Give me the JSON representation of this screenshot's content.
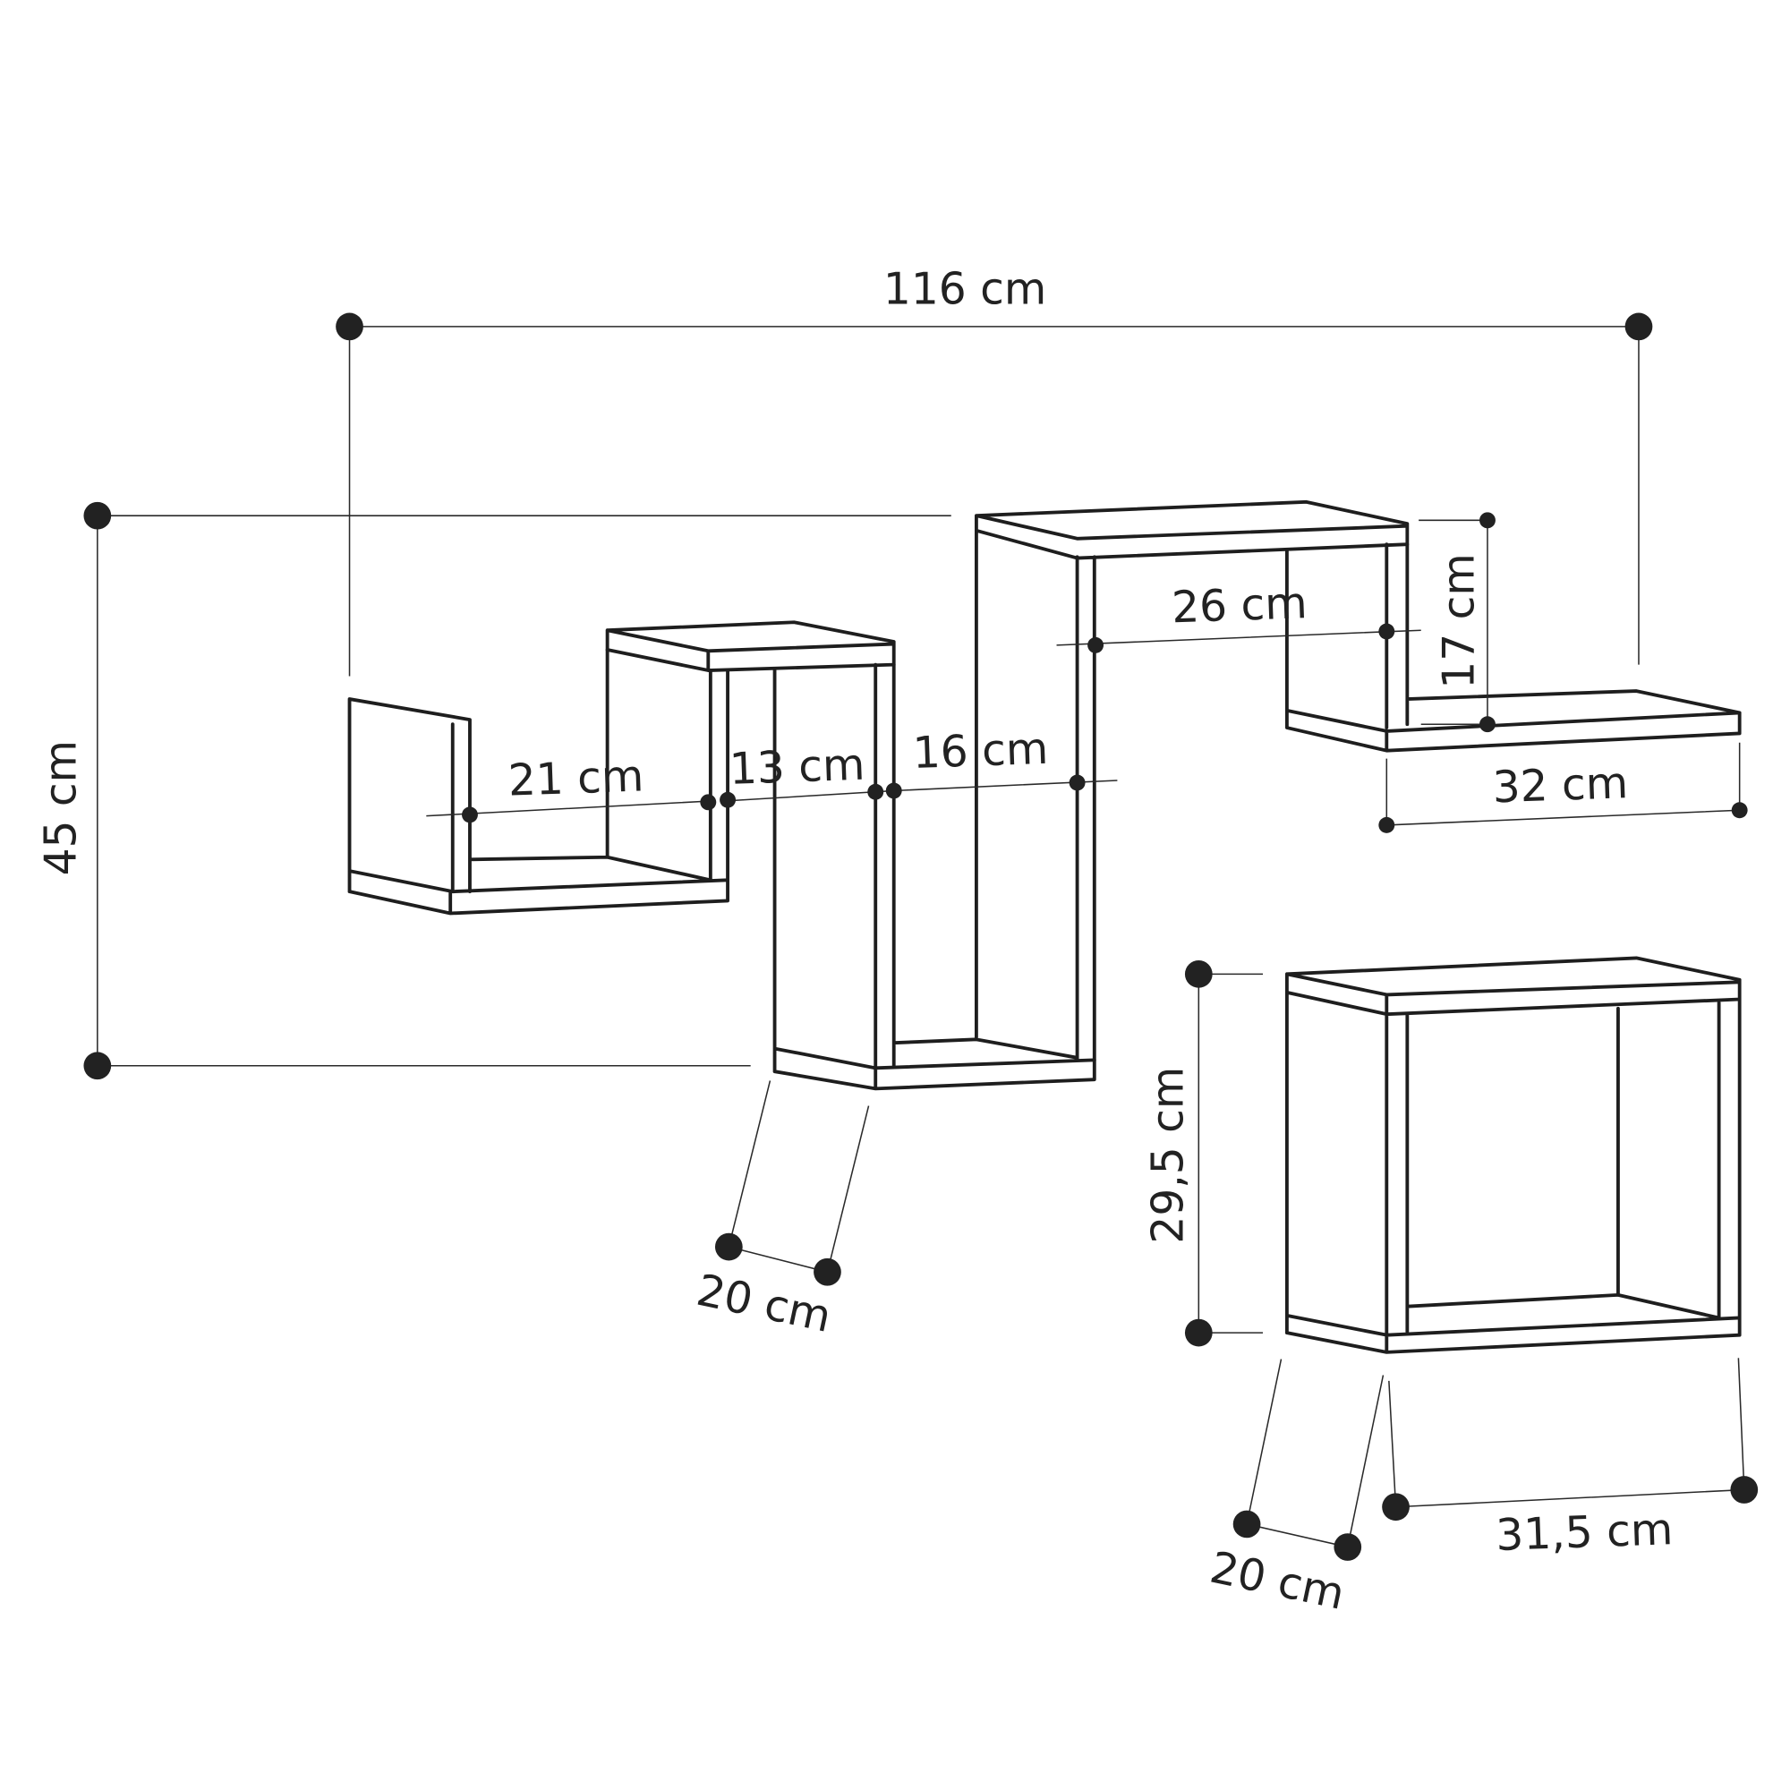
{
  "dimensions": {
    "total_width": "116 cm",
    "total_height": "45 cm",
    "left_shelf_width": "21 cm",
    "step_one_width": "13 cm",
    "step_two_width": "16 cm",
    "top_shelf_inner_width": "26 cm",
    "right_step_height": "17 cm",
    "right_shelf_width": "32 cm",
    "main_depth": "20 cm",
    "cube_height": "29,5 cm",
    "cube_depth": "20 cm",
    "cube_width": "31,5 cm"
  },
  "colors": {
    "line": "#1e1e1e",
    "background": "#ffffff"
  }
}
